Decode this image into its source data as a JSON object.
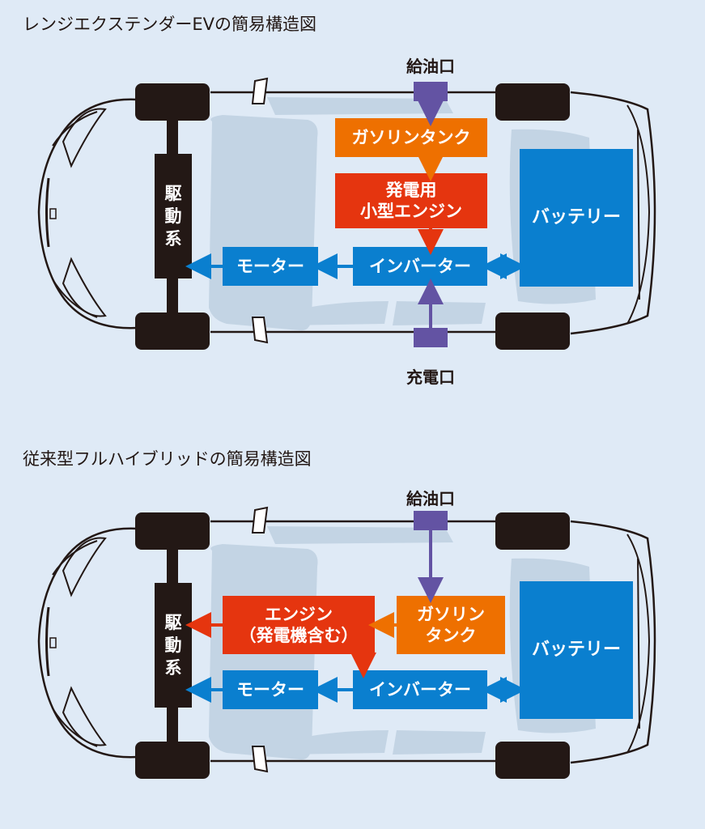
{
  "colors": {
    "background": "#dfeaf6",
    "wheel": "#231815",
    "blue": "#0a7fcf",
    "orange": "#ee7000",
    "red": "#e5350f",
    "purple": "#6353a3",
    "window": "#c3d4e4"
  },
  "diagrams": [
    {
      "title": "レンジエクステンダーEVの簡易構造図",
      "fuel_port": "給油口",
      "charge_port": "充電口",
      "drivetrain": [
        "駆",
        "動",
        "系"
      ],
      "gas_tank": "ガソリンタンク",
      "engine": [
        "発電用",
        "小型エンジン"
      ],
      "motor": "モーター",
      "inverter": "インバーター",
      "battery": "バッテリー"
    },
    {
      "title": "従来型フルハイブリッドの簡易構造図",
      "fuel_port": "給油口",
      "drivetrain": [
        "駆",
        "動",
        "系"
      ],
      "gas_tank": [
        "ガソリン",
        "タンク"
      ],
      "engine": [
        "エンジン",
        "（発電機含む）"
      ],
      "motor": "モーター",
      "inverter": "インバーター",
      "battery": "バッテリー"
    }
  ]
}
